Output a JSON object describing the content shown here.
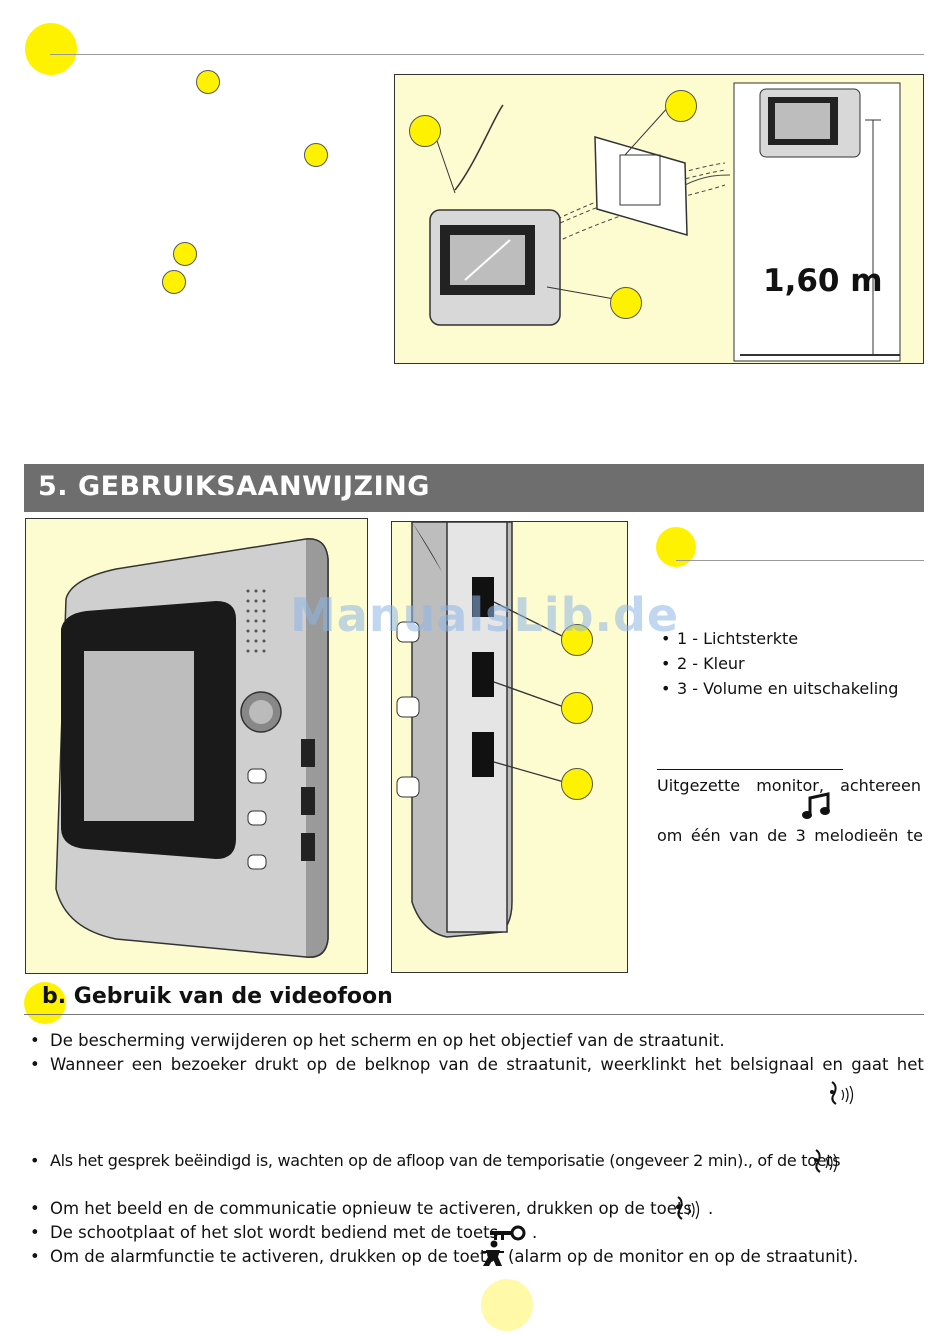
{
  "top_diagram": {
    "height_label": "1,60 m"
  },
  "section": {
    "title": "5. GEBRUIKSAANWIJZING"
  },
  "watermark": "ManualsLib.de",
  "controls_list": [
    "1 - Lichtsterkte",
    "2 - Kleur",
    "3 - Volume en uitschakeling"
  ],
  "melody_text": {
    "line1_words": [
      "Uitgezette",
      "monitor,",
      "achtereen"
    ],
    "line2_words": [
      "om",
      "één",
      "van",
      "de",
      "3",
      "melodieën",
      "te"
    ]
  },
  "subsection": {
    "letter": "b.",
    "title": "Gebruik van de videofoon"
  },
  "instructions": {
    "line1": "De bescherming verwijderen op het scherm en op het objectief van de straatunit.",
    "line2_words": [
      "Wanneer",
      "een",
      "bezoeker",
      "drukt",
      "op",
      "de",
      "belknop",
      "van",
      "de",
      "straatunit,",
      "weerklinkt",
      "het",
      "belsignaal",
      "en",
      "gaat",
      "het"
    ],
    "line3": "Als het gesprek beëindigd is, wachten op de afloop van de temporisatie (ongeveer 2 min)., of de toets",
    "line4_before": "Om het beeld en de communicatie opnieuw te activeren, drukken op de toets",
    "line4_after": ".",
    "line5_before": "De schootplaat of het slot wordt bediend met de toets",
    "line5_after": ".",
    "line6_before": "Om de alarmfunctie te activeren, drukken op de toets",
    "line6_after": "(alarm op de monitor en op de straatunit)."
  },
  "icons": [
    "speak-icon",
    "key-icon",
    "alarm-icon",
    "music-note-icon",
    "brightness-icon",
    "color-icon",
    "volume-icon"
  ],
  "colors": {
    "marker_yellow": "#fff200",
    "panel_background": "#fdfbd0",
    "section_bar": "#6e6e6e"
  }
}
